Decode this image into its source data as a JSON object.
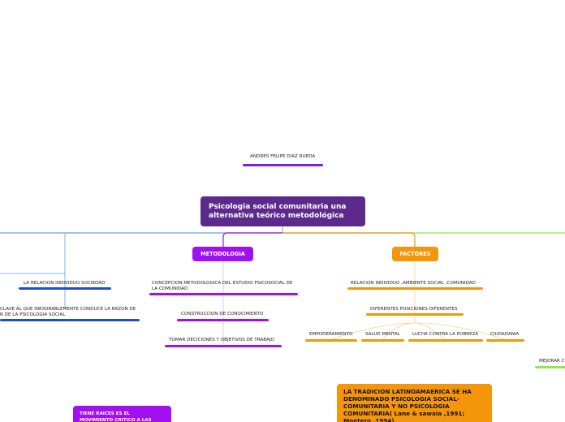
{
  "author": "ANDRES FELIPE DIAZ RUEDA",
  "central_topic": "Psicologia social comunitaria una alternativa teórico metodológica",
  "left_branch": {
    "item1": "LA RELACION INDIVIDUO SOCIEDAD",
    "item2": "CLAVE AL QUE INEXORABLEMENTE CONDUCE LA RAZON DE",
    "item2_line2": "R DE LA PSICOLOGIA SOCIAL",
    "raices": "TIENE RAICES ES EL MOVIMIENTO CRITICO A LAS"
  },
  "metodologia": {
    "label": "METODOLOGIA",
    "children": [
      "CONCEPCION METODOLOGICA DEL ESTUDIO PSICOSOCIAL DE LA COMUNIDAD",
      "CONSTRUCCION DE CONOCIMIENTO",
      "TOMAR DECICIONES Y OBJETIVOS DE TRABAJO"
    ]
  },
  "factores": {
    "label": "FACTORES",
    "children": [
      "RELACION INDIVIDUO ,AMBIENTE SOCIAL ,COMUNIDAD",
      "DIFERENTES POSICIONES DIFERENTES"
    ],
    "posiciones": [
      "EMPODERAMIENTO",
      "SALUD MENTAL",
      "LUCHA CONTRA LA POBREZA",
      "CIUDADANIA"
    ],
    "tradicion": "LA TRADICION LATINOAMAERICA SE HA DENOMINADO PSICOLOGIA SOCIAL-COMUNITARIA Y NO PSICOLOGIA COMUNITARIA( Lane & sawaia ,1991; Montero ,1994)"
  },
  "right_branch": {
    "item1": "MEJORAR C"
  },
  "colors": {
    "central": "#5c2a8c",
    "purple": "#a010f0",
    "orange": "#f5960a",
    "blue": "#1a4fd6",
    "green": "#8ee84a",
    "light_blue": "#6aa0e8",
    "author_line": "#7a1ee0"
  }
}
